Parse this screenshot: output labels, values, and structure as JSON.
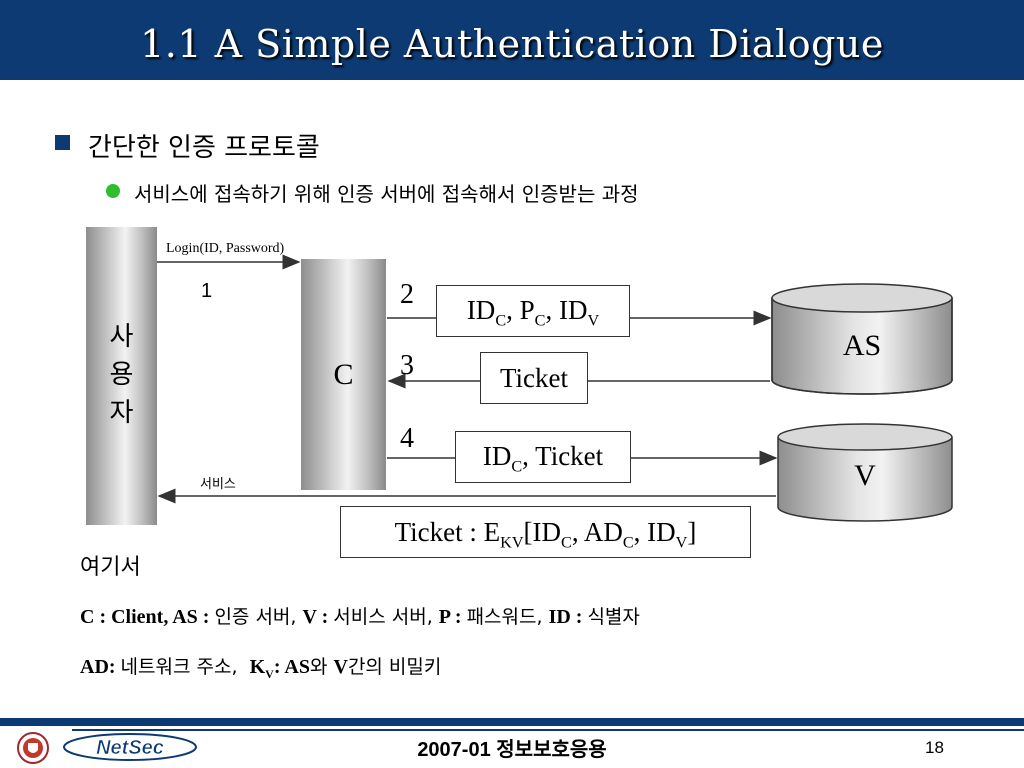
{
  "header": {
    "title": "1.1 A Simple Authentication Dialogue"
  },
  "bullets": {
    "main": "간단한 인증 프로토콜",
    "sub": "서비스에 접속하기 위해 인증 서버에 접속해서 인증받는 과정"
  },
  "diagram": {
    "user_label": [
      "사",
      "용",
      "자"
    ],
    "client_label": "C",
    "login_label": "Login(ID, Password)",
    "service_label": "서비스",
    "steps": [
      "1",
      "2",
      "3",
      "4"
    ],
    "msg2": {
      "id": "ID",
      "id_sub": "C",
      "p": "P",
      "p_sub": "C",
      "idv": "ID",
      "idv_sub": "V"
    },
    "msg3": "Ticket",
    "msg4": {
      "id": "ID",
      "id_sub": "C",
      "rest": ", Ticket"
    },
    "as_label": "AS",
    "v_label": "V",
    "ticket_def": {
      "prefix": "Ticket : E",
      "e_sub": "KV",
      "open": "[ID",
      "s1": "C",
      "ad": ", AD",
      "s2": "C",
      "idv": ", ID",
      "s3": "V",
      "close": "]"
    }
  },
  "notes": {
    "heading": "여기서",
    "line1_bold": "C : Client, AS : ",
    "line1_a": "인증 서버, ",
    "line1_b_bold": "V : ",
    "line1_c": "서비스 서버, ",
    "line1_d_bold": "P : ",
    "line1_e": "패스워드, ",
    "line1_f_bold": "ID : ",
    "line1_g": "식별자",
    "line2_bold": "AD: ",
    "line2_a": "네트워크 주소,  ",
    "line2_k": "K",
    "line2_k_sub": "V",
    "line2_b_bold": ": AS",
    "line2_c": "와 ",
    "line2_d_bold": "V",
    "line2_e": "간의 비밀키"
  },
  "footer": {
    "text": "2007-01 정보보호응용",
    "page": "18",
    "logo_text": "NetSec"
  },
  "colors": {
    "navy": "#0e3a73",
    "green": "#2dbd2d",
    "arrow": "#333333"
  }
}
